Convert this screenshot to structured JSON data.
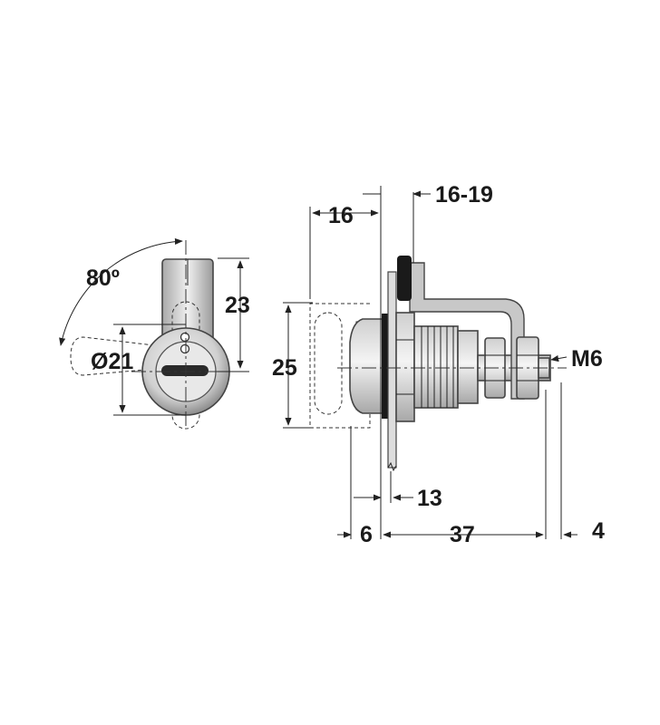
{
  "dimensions": {
    "angle": "80º",
    "height_23": "23",
    "diameter": "Ø21",
    "depth_16": "16",
    "range": "16-19",
    "height_25": "25",
    "thread": "M6",
    "dim_13": "13",
    "dim_6": "6",
    "dim_37": "37",
    "dim_4": "4"
  },
  "colors": {
    "metal_light": "#e2e2e2",
    "metal_mid": "#b8b8b8",
    "metal_dark": "#8a8a8a",
    "line": "#222222",
    "gasket": "#1a1a1a"
  }
}
